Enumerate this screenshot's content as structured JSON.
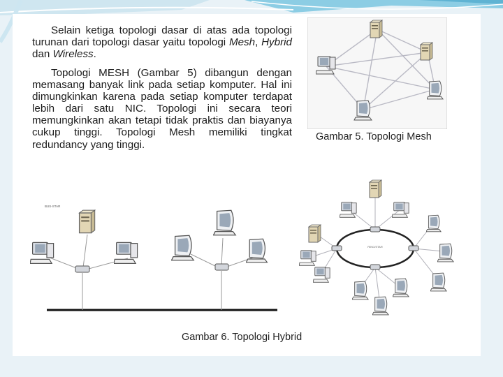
{
  "text": {
    "para1": {
      "t1": "Selain ketiga topologi dasar di atas ada topologi turunan dari topologi dasar yaitu topologi ",
      "mesh": "Mesh",
      "sep": ", ",
      "hybrid": "Hybrid",
      "and": " dan ",
      "wireless": "Wireless",
      "end": "."
    },
    "para2": "Topologi MESH (Gambar 5) dibangun dengan memasang banyak link pada setiap komputer. Hal ini dimungkinkan karena pada setiap komputer terdapat lebih dari satu NIC. Topologi ini secara teori memungkinkan akan tetapi tidak praktis dan biayanya cukup tinggi. Topologi Mesh memiliki tingkat redundancy yang tinggi."
  },
  "figures": {
    "mesh_caption": "Gambar 5. Topologi Mesh",
    "hybrid_caption": "Gambar 6. Topologi Hybrid",
    "bus_label": "BUS-STAR",
    "ring_label": "RING/STAR"
  },
  "colors": {
    "slide_accent": "#7fc4dd",
    "link_line": "#b9b9c4",
    "server": "#e2d6b4"
  }
}
